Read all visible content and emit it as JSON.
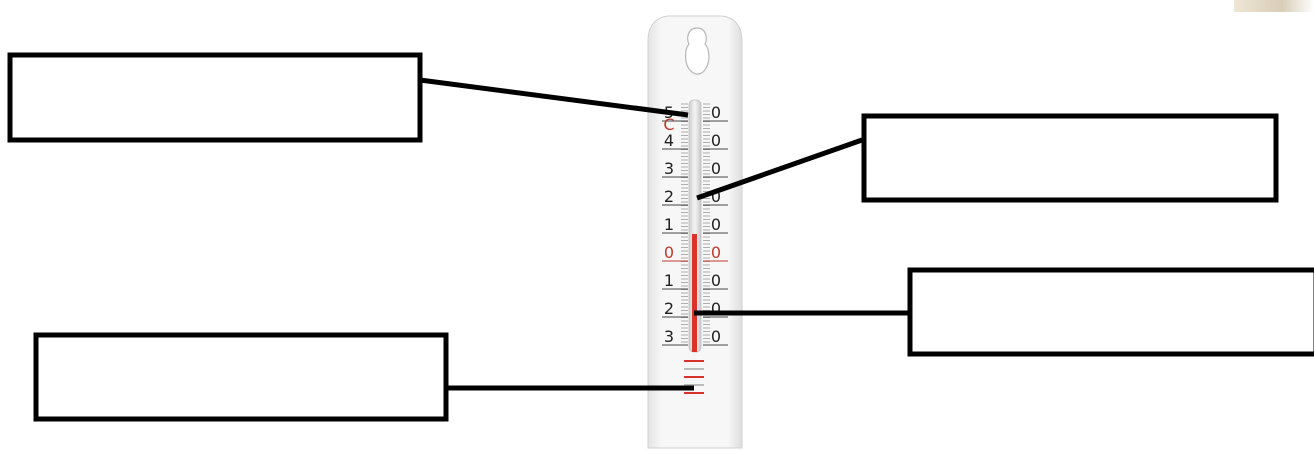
{
  "thermometer": {
    "left_scale": [
      "5",
      "4",
      "3",
      "2",
      "1",
      "0",
      "1",
      "2",
      "3"
    ],
    "unit_symbol": "C",
    "right_scale": [
      "0",
      "0",
      "0",
      "0",
      "0",
      "0",
      "0",
      "0",
      "0"
    ],
    "zero_color": "#c0392b",
    "liquid_color": "#d8332a",
    "body_color": "#f2f2f2"
  },
  "labels": [
    {
      "id": "label-top-left",
      "text": ""
    },
    {
      "id": "label-right-upper",
      "text": ""
    },
    {
      "id": "label-right-lower",
      "text": ""
    },
    {
      "id": "label-bottom-left",
      "text": ""
    }
  ]
}
